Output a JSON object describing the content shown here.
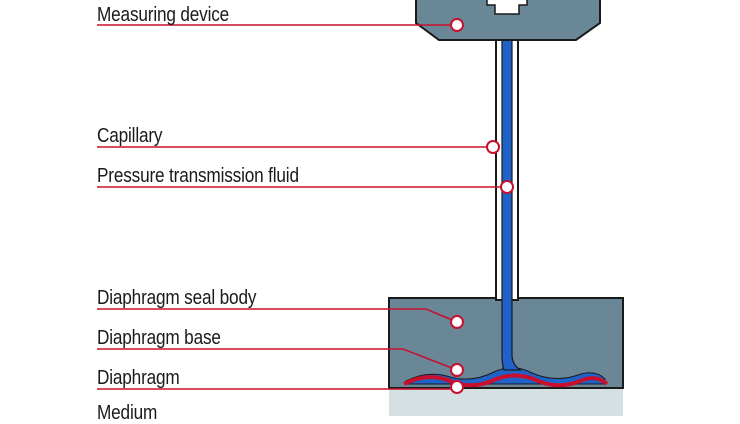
{
  "labels": {
    "measuring_device": "Measuring device",
    "capillary": "Capillary",
    "pressure_transmission_fluid": "Pressure transmission fluid",
    "diaphragm_seal_body": "Diaphragm seal body",
    "diaphragm_base": "Diaphragm base",
    "diaphragm": "Diaphragm",
    "medium": "Medium"
  },
  "colors": {
    "housing": "#6a8797",
    "outline": "#1a1a1a",
    "fluid": "#1f63c8",
    "leader": "#c8102e",
    "diaphragm": "#c8102e",
    "medium": "#d5e0e3",
    "text": "#1a1a1a"
  }
}
